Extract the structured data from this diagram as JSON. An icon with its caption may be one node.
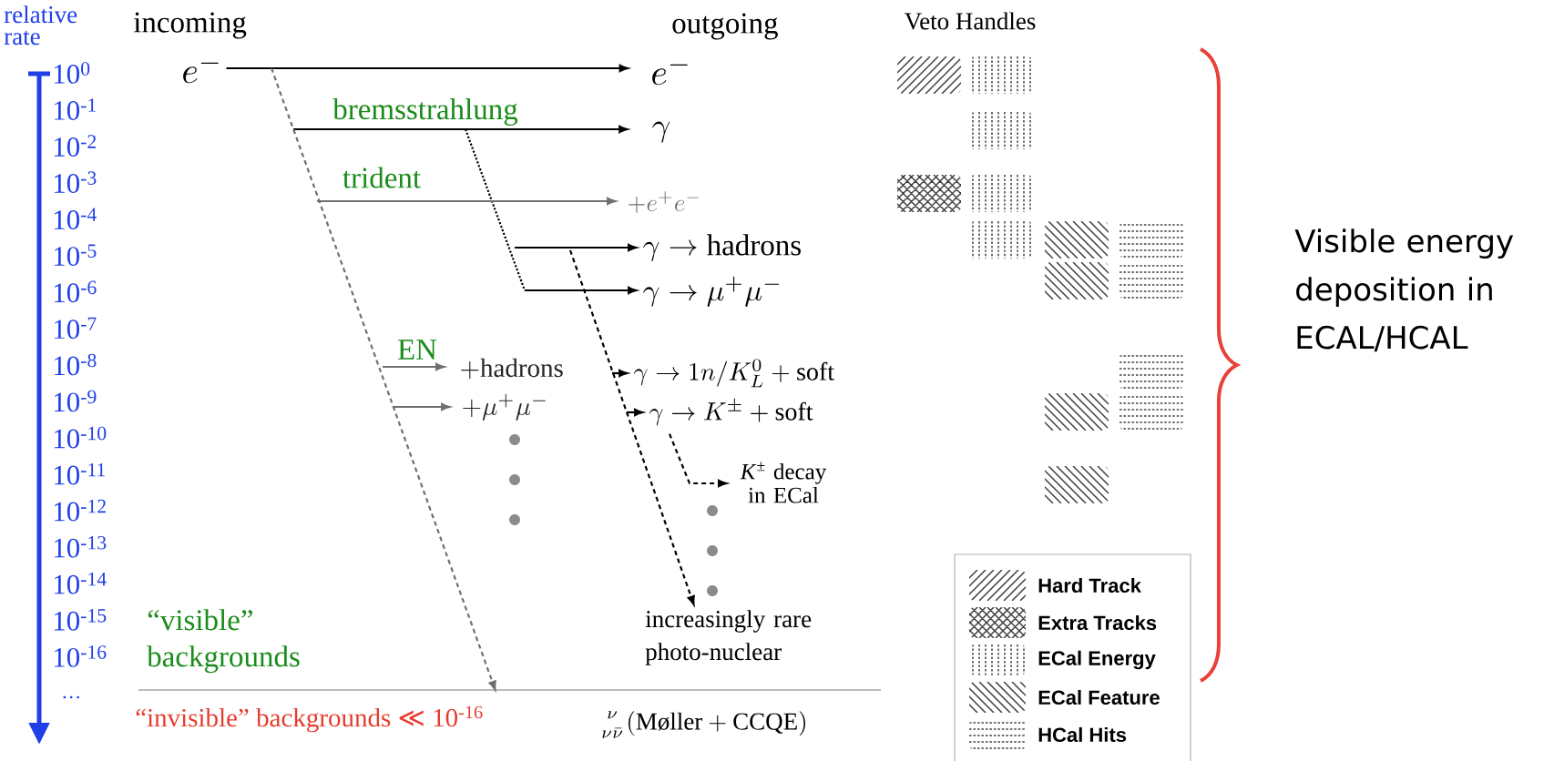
{
  "diagram": {
    "nodes": [
      {
        "text": [
          "e^-"
        ]
      },
      {
        "text": [
          "e^-"
        ]
      },
      {
        "text": [
          "\\gamma"
        ]
      },
      {
        "text": [
          "+e^+e^-"
        ]
      },
      {
        "text": [
          "\\gamma \\to \\mathrm{hadrons}"
        ]
      },
      {
        "text": [
          "\\gamma \\to \\mu^+\\mu^-"
        ]
      },
      {
        "text": [
          "+\\mathrm{hadrons}"
        ]
      },
      {
        "text": [
          "+\\mu^+\\mu^-"
        ]
      },
      {
        "text": [
          "\\gamma \\to 1n/K_L^0 + \\mathrm{soft}"
        ]
      },
      {
        "text": [
          "\\gamma \\to K^{\\pm} + \\mathrm{soft}"
        ]
      },
      {
        "text": [
          "*K*$^{±}$ decay in ECal"
        ]
      },
      {
        "text": [
          "increasingly rare photo-nuclear"
        ]
      },
      {
        "text": [
          "“invisible” backgrounds ≪ 10$^{-16}$"
        ]
      }
    ],
    "edges": [
      {
        "from": 0,
        "to": 1,
        "arrow": "to"
      },
      {
        "from": null,
        "to": 2,
        "arrow": "to",
        "label": "bremsstrahlung"
      },
      {
        "from": null,
        "to": 3,
        "arrow": "to",
        "label": "trident",
        "color": "#707070"
      },
      {
        "from": null,
        "to": 4,
        "arrow": "to"
      },
      {
        "from": null,
        "to": 5,
        "arrow": "to"
      },
      {
        "from": null,
        "to": 6,
        "arrow": "to",
        "label": "EN",
        "color": "#707070"
      },
      {
        "from": null,
        "to": 7,
        "arrow": "to",
        "color": "#707070"
      },
      {
        "from": null,
        "to": 8,
        "arrow": "to"
      },
      {
        "from": null,
        "to": 9,
        "arrow": "to"
      },
      {
        "from": 9,
        "to": 10,
        "arrow": "to",
        "style": "dashed"
      },
      {
        "from": null,
        "to": 11,
        "arrow": "to",
        "style": "dashed"
      },
      {
        "from": null,
        "to": 12,
        "arrow": "to",
        "style": "dashed",
        "color": "#707070"
      }
    ],
    "labels": [
      "relative rate",
      "incoming",
      "outgoing",
      "Veto Handles",
      "10$^{0}$",
      "10$^{-1}$",
      "10$^{-2}$",
      "10$^{-3}$",
      "10$^{-4}$",
      "10$^{-5}$",
      "10$^{-6}$",
      "10$^{-7}$",
      "10$^{-8}$",
      "10$^{-9}$",
      "10$^{-10}$",
      "10$^{-11}$",
      "10$^{-12}$",
      "10$^{-13}$",
      "10$^{-14}$",
      "10$^{-15}$",
      "10$^{-16}$",
      "…",
      "“visible” backgrounds",
      "\\genfrac{}{}{0pt}{}{\\nu}{\\nu\\bar{\\nu}}(\\text{Møller} + \\text{CCQE})",
      "Visible energy deposition in ECAL/HCAL"
    ],
    "legend": [
      {
        "text": "Hard Track"
      },
      {
        "text": "Extra Tracks"
      },
      {
        "text": "ECal Energy"
      },
      {
        "text": "ECal Feature"
      },
      {
        "text": "HCal Hits"
      }
    ]
  }
}
